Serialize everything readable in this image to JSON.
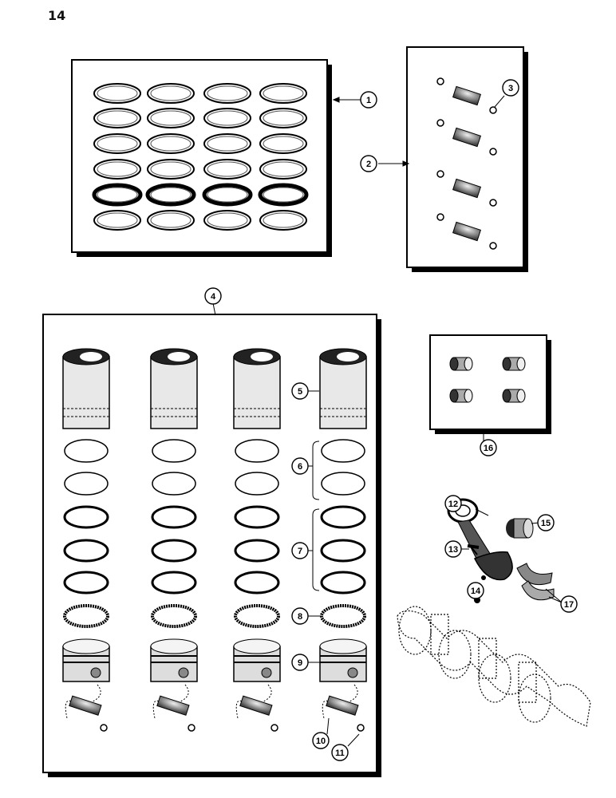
{
  "page_number": "14",
  "callouts": [
    {
      "id": "c1",
      "label": "1"
    },
    {
      "id": "c2",
      "label": "2"
    },
    {
      "id": "c3",
      "label": "3"
    },
    {
      "id": "c4",
      "label": "4"
    },
    {
      "id": "c5",
      "label": "5"
    },
    {
      "id": "c6",
      "label": "6"
    },
    {
      "id": "c7",
      "label": "7"
    },
    {
      "id": "c8",
      "label": "8"
    },
    {
      "id": "c9",
      "label": "9"
    },
    {
      "id": "c10",
      "label": "10"
    },
    {
      "id": "c11",
      "label": "11"
    },
    {
      "id": "c12",
      "label": "12"
    },
    {
      "id": "c13",
      "label": "13"
    },
    {
      "id": "c14",
      "label": "14"
    },
    {
      "id": "c15",
      "label": "15"
    },
    {
      "id": "c16",
      "label": "16"
    },
    {
      "id": "c17",
      "label": "17"
    }
  ]
}
